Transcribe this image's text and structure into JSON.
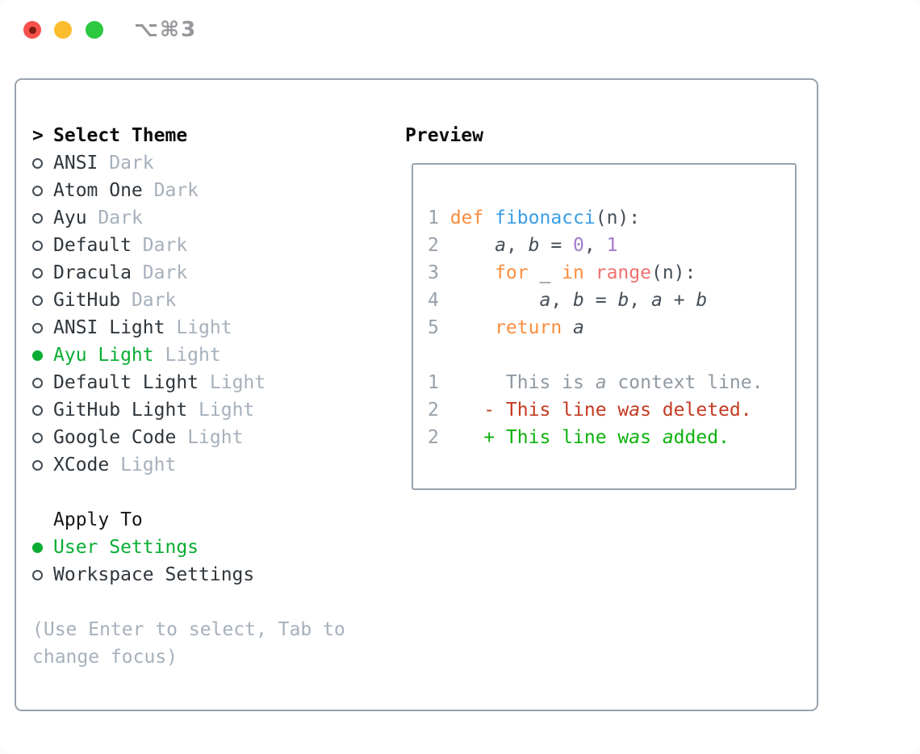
{
  "window": {
    "title": "⌥⌘3"
  },
  "colors": {
    "selection_green": "#0aad33",
    "keyword_orange": "#fa8d3e",
    "function_blue": "#399ee6",
    "number_purple": "#a37acc",
    "builtin_coral": "#f07171",
    "plain_code": "#454e57",
    "line_number_gray": "#97a1ab",
    "context_gray": "#8f99a3",
    "deleted_red": "#c43a20",
    "added_green": "#0db10d",
    "muted_gray": "#a6b0bc",
    "border_gray": "#99a3ae",
    "traffic_red": "#f7514d",
    "traffic_yellow": "#fdbc2e",
    "traffic_green": "#2cc840"
  },
  "theme_panel": {
    "header": {
      "marker": ">",
      "label": "Select Theme"
    },
    "themes": [
      {
        "name": "ANSI",
        "variant": "Dark",
        "selected": false
      },
      {
        "name": "Atom One",
        "variant": "Dark",
        "selected": false
      },
      {
        "name": "Ayu",
        "variant": "Dark",
        "selected": false
      },
      {
        "name": "Default",
        "variant": "Dark",
        "selected": false
      },
      {
        "name": "Dracula",
        "variant": "Dark",
        "selected": false
      },
      {
        "name": "GitHub",
        "variant": "Dark",
        "selected": false
      },
      {
        "name": "ANSI Light",
        "variant": "Light",
        "selected": false
      },
      {
        "name": "Ayu Light",
        "variant": "Light",
        "selected": true
      },
      {
        "name": "Default Light",
        "variant": "Light",
        "selected": false
      },
      {
        "name": "GitHub Light",
        "variant": "Light",
        "selected": false
      },
      {
        "name": "Google Code",
        "variant": "Light",
        "selected": false
      },
      {
        "name": "XCode",
        "variant": "Light",
        "selected": false
      }
    ],
    "apply_to": {
      "label": "Apply To",
      "options": [
        {
          "label": "User Settings",
          "selected": true
        },
        {
          "label": "Workspace Settings",
          "selected": false
        }
      ]
    },
    "help": [
      "(Use Enter to select, Tab to",
      "change focus)"
    ]
  },
  "preview": {
    "label": "Preview",
    "code_lines": [
      {
        "num": "1",
        "segments": [
          {
            "t": "def",
            "s": "kw"
          },
          {
            "t": " ",
            "s": "pl"
          },
          {
            "t": "fibonacci",
            "s": "fn"
          },
          {
            "t": "(n):",
            "s": "pl"
          }
        ]
      },
      {
        "num": "2",
        "segments": [
          {
            "t": "    ",
            "s": "pl"
          },
          {
            "t": "a",
            "s": "var"
          },
          {
            "t": ", ",
            "s": "pl"
          },
          {
            "t": "b",
            "s": "var"
          },
          {
            "t": " = ",
            "s": "pl"
          },
          {
            "t": "0",
            "s": "num"
          },
          {
            "t": ", ",
            "s": "pl"
          },
          {
            "t": "1",
            "s": "num"
          }
        ]
      },
      {
        "num": "3",
        "segments": [
          {
            "t": "    ",
            "s": "pl"
          },
          {
            "t": "for",
            "s": "kw"
          },
          {
            "t": " _ ",
            "s": "pl"
          },
          {
            "t": "in",
            "s": "kw"
          },
          {
            "t": " ",
            "s": "pl"
          },
          {
            "t": "range",
            "s": "bi"
          },
          {
            "t": "(n):",
            "s": "pl"
          }
        ]
      },
      {
        "num": "4",
        "segments": [
          {
            "t": "        ",
            "s": "pl"
          },
          {
            "t": "a",
            "s": "var"
          },
          {
            "t": ", ",
            "s": "pl"
          },
          {
            "t": "b",
            "s": "var"
          },
          {
            "t": " = ",
            "s": "pl"
          },
          {
            "t": "b",
            "s": "var"
          },
          {
            "t": ", ",
            "s": "pl"
          },
          {
            "t": "a",
            "s": "var"
          },
          {
            "t": " + ",
            "s": "pl"
          },
          {
            "t": "b",
            "s": "var"
          }
        ]
      },
      {
        "num": "5",
        "segments": [
          {
            "t": "    ",
            "s": "pl"
          },
          {
            "t": "return",
            "s": "kw"
          },
          {
            "t": " ",
            "s": "pl"
          },
          {
            "t": "a",
            "s": "var"
          }
        ]
      }
    ],
    "diff_lines": [
      {
        "num": "1",
        "segments": [
          {
            "t": "     This is ",
            "s": "ctx"
          },
          {
            "t": "a",
            "s": "ctx-i"
          },
          {
            "t": " context line.",
            "s": "ctx"
          }
        ]
      },
      {
        "num": "2",
        "segments": [
          {
            "t": "   - This line w",
            "s": "del"
          },
          {
            "t": "a",
            "s": "del-i"
          },
          {
            "t": "s deleted.",
            "s": "del"
          }
        ]
      },
      {
        "num": "2",
        "segments": [
          {
            "t": "   + This line w",
            "s": "add"
          },
          {
            "t": "a",
            "s": "add-i"
          },
          {
            "t": "s ",
            "s": "add"
          },
          {
            "t": "a",
            "s": "add-i"
          },
          {
            "t": "dded.",
            "s": "add"
          }
        ]
      }
    ]
  }
}
